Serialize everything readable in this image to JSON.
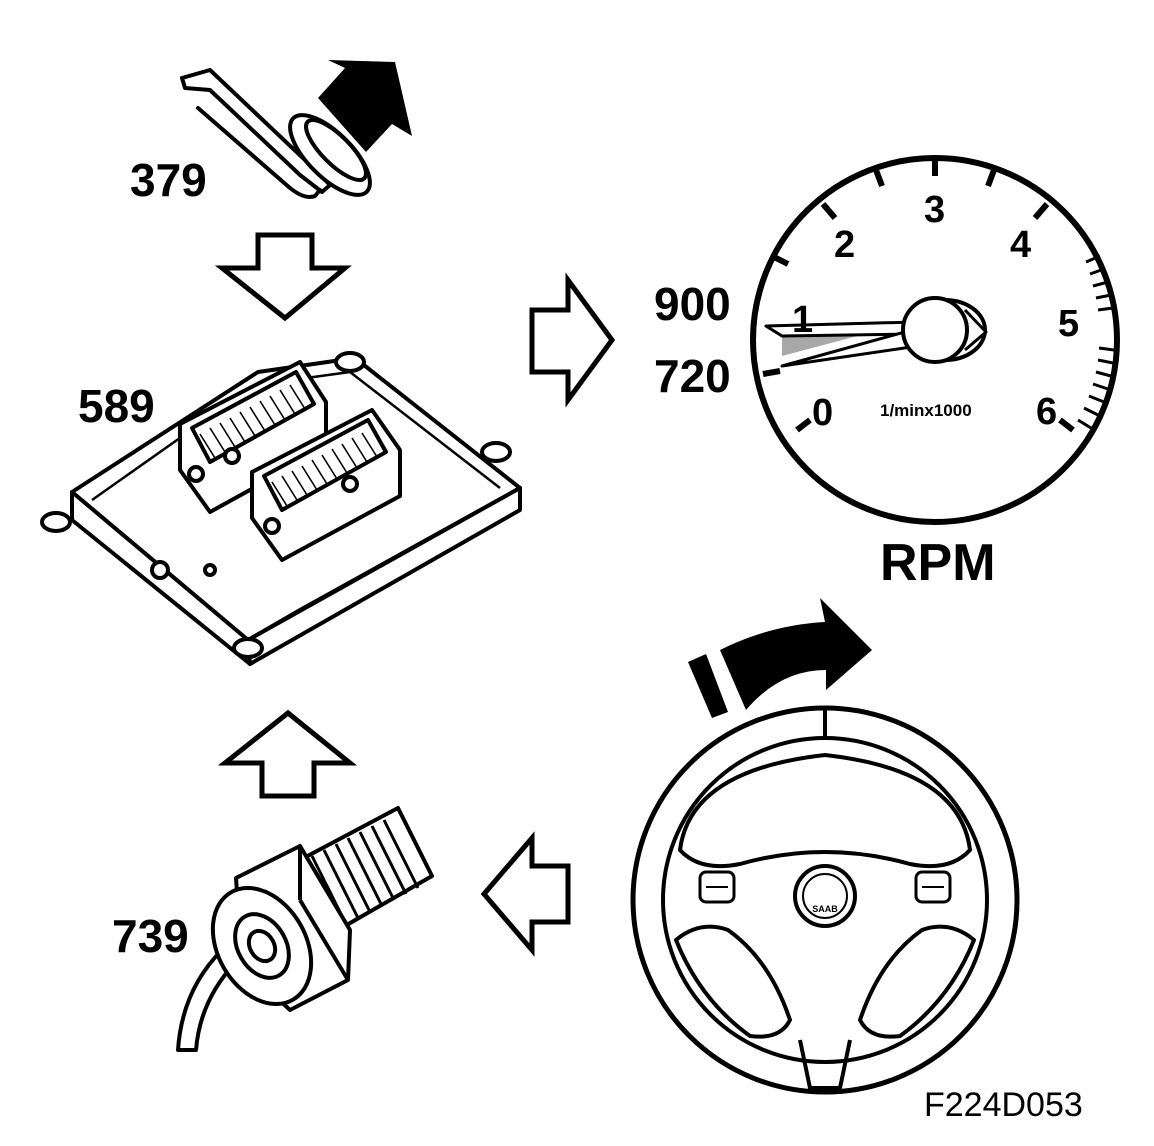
{
  "labels": {
    "pedal_part": "379",
    "ecu_part": "589",
    "sensor_part": "739"
  },
  "gauge": {
    "marker_high": "900",
    "marker_low": "720",
    "scale": [
      "0",
      "1",
      "2",
      "3",
      "4",
      "5",
      "6"
    ],
    "unit": "1/minx1000",
    "title": "RPM"
  },
  "figure_id": "F224D053",
  "steering_logo_text": "SAAB"
}
